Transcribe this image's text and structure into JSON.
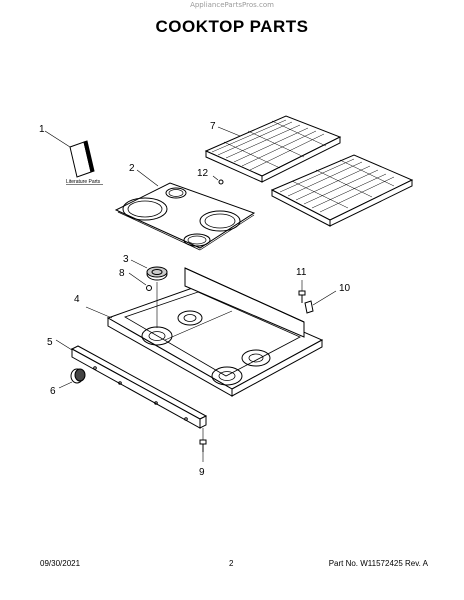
{
  "watermark": "AppliancePartsPros.com",
  "title": "COOKTOP PARTS",
  "literature_label": "Literature Parts",
  "callouts": {
    "c1": "1",
    "c2": "2",
    "c3": "3",
    "c4": "4",
    "c5": "5",
    "c6": "6",
    "c7": "7",
    "c8": "8",
    "c9": "9",
    "c10": "10",
    "c11": "11",
    "c12": "12"
  },
  "footer": {
    "date": "09/30/2021",
    "page": "2",
    "part_no": "Part No. W11572425  Rev. A"
  }
}
